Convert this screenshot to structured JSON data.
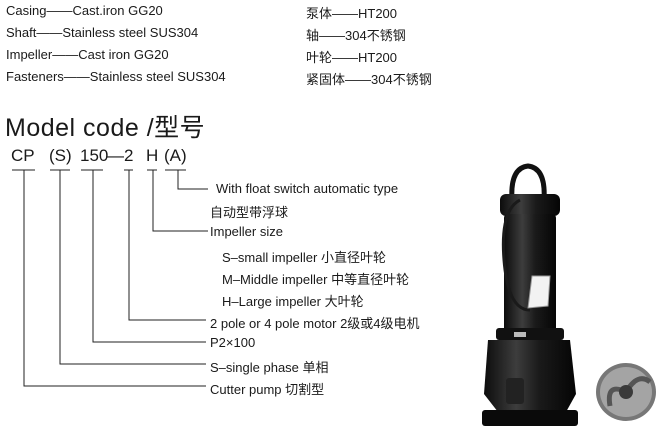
{
  "materials_en": [
    "Casing——Cast.iron  GG20",
    "Shaft——Stainless  steel  SUS304",
    "Impeller——Cast iron  GG20",
    "Fasteners——Stainless steel  SUS304"
  ],
  "materials_cn": [
    "泵体——HT200",
    "轴——304不锈钢",
    "叶轮——HT200",
    "紧固体——304不锈钢"
  ],
  "model_title": "Model  code /型号",
  "code_parts": [
    "CP",
    "(S)",
    "150",
    "—",
    "2",
    "H",
    "(A)"
  ],
  "descriptions": [
    "With float switch automatic type",
    "自动型带浮球",
    "Impeller size",
    "S–small impeller  小直径叶轮",
    "M–Middle impeller  中等直径叶轮",
    "H–Large impeller  大叶轮",
    "2 pole or 4 pole motor   2级或4级电机",
    "P2×100",
    "S–single phase   单相",
    "Cutter pump   切割型"
  ]
}
